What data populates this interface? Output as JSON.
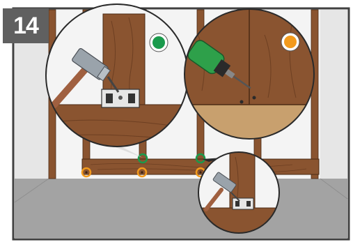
{
  "step": {
    "number": "14"
  },
  "markers": {
    "green_color": "#1a9a4c",
    "orange_color": "#f39a1c",
    "small_marker_icon": "fastening-point-ring-icon"
  },
  "colors": {
    "frame_outline": "#404040",
    "wall": "#f2f2f2",
    "floor": "#a3a3a3",
    "wood": "#8a5430",
    "wood_dark": "#6d3f22",
    "stud": "#c8a06e",
    "drill_green": "#2ea04a",
    "bracket": "#e8e8e8"
  },
  "scene": {
    "stud_count": 5,
    "detail_circles": [
      "hammer-nailing-bracket",
      "drill-screwing-panel",
      "hammer-nailing-bracket-small"
    ],
    "orange_markers_on_plate": 3,
    "green_markers_on_plate": 2
  }
}
